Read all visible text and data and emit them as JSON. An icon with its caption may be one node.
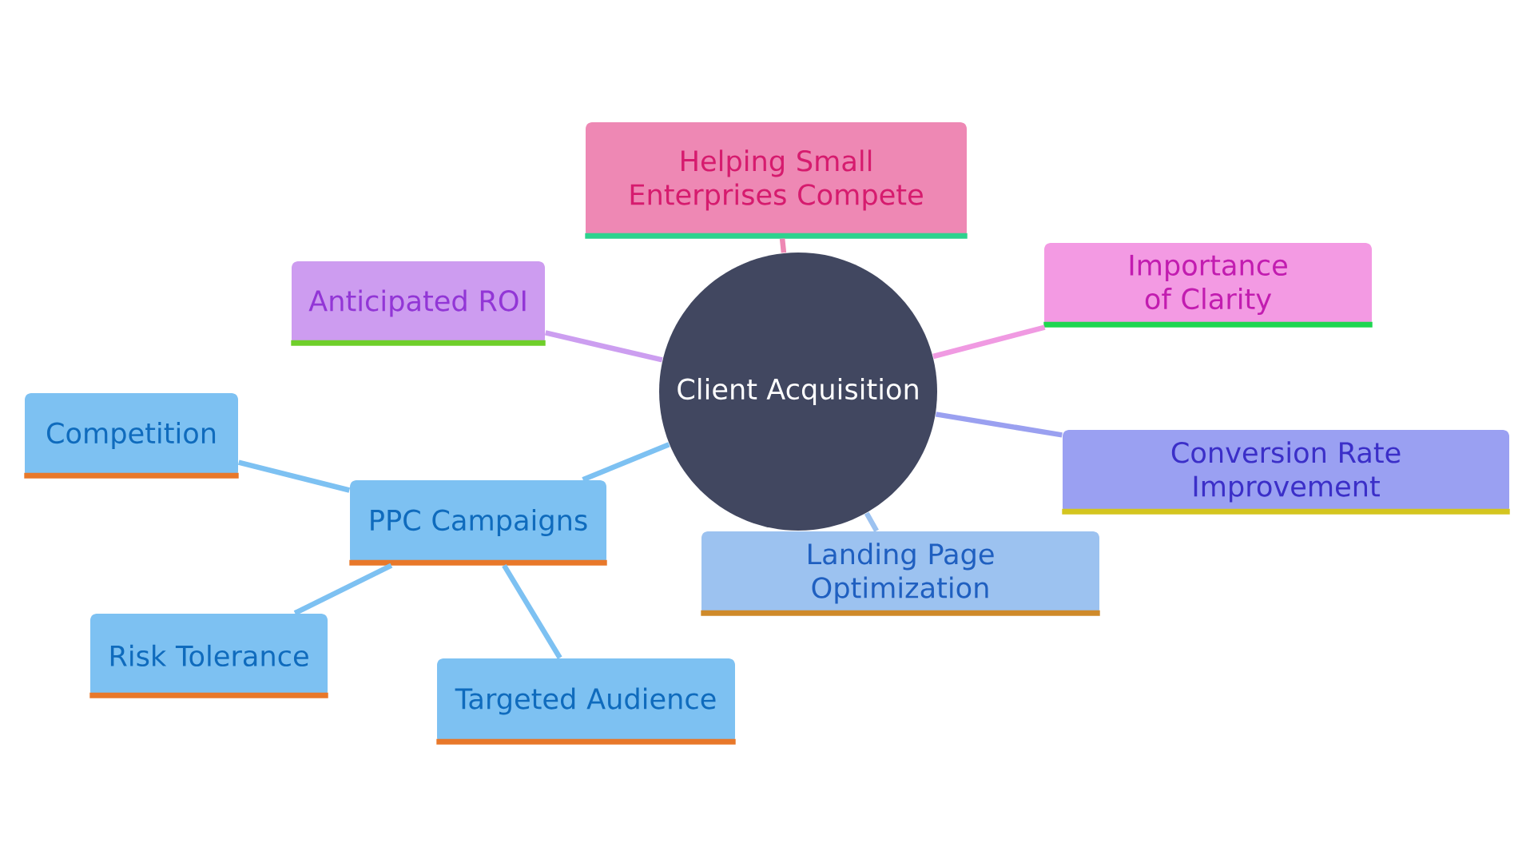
{
  "diagram": {
    "nodes": [
      {
        "text": [
          "Client Acquisition"
        ]
      },
      {
        "text": [
          "Helping Small Enterprises Compete"
        ]
      },
      {
        "text": [
          "Importance of Clarity"
        ]
      },
      {
        "text": [
          "Conversion Rate Improvement"
        ]
      },
      {
        "text": [
          "Landing Page Optimization"
        ]
      },
      {
        "text": [
          "PPC Campaigns"
        ]
      },
      {
        "text": [
          "Targeted Audience"
        ]
      },
      {
        "text": [
          "Risk Tolerance"
        ]
      },
      {
        "text": [
          "Competition"
        ]
      },
      {
        "text": [
          "Anticipated ROI"
        ]
      }
    ],
    "edges": [
      {
        "from": 0,
        "to": 1,
        "arrow": "none",
        "color": "#ee88b4"
      },
      {
        "from": 0,
        "to": 2,
        "arrow": "none",
        "color": "#f09ae2"
      },
      {
        "from": 0,
        "to": 3,
        "arrow": "none",
        "color": "#9aa0f0"
      },
      {
        "from": 0,
        "to": 4,
        "arrow": "none",
        "color": "#9cc2f0"
      },
      {
        "from": 0,
        "to": 5,
        "arrow": "none"
      },
      {
        "from": 5,
        "to": 6,
        "arrow": "none"
      },
      {
        "from": 5,
        "to": 7,
        "arrow": "none"
      },
      {
        "from": 5,
        "to": 8,
        "arrow": "none"
      },
      {
        "from": 0,
        "to": 9,
        "arrow": "none",
        "color": "#cc9ef0"
      }
    ]
  }
}
